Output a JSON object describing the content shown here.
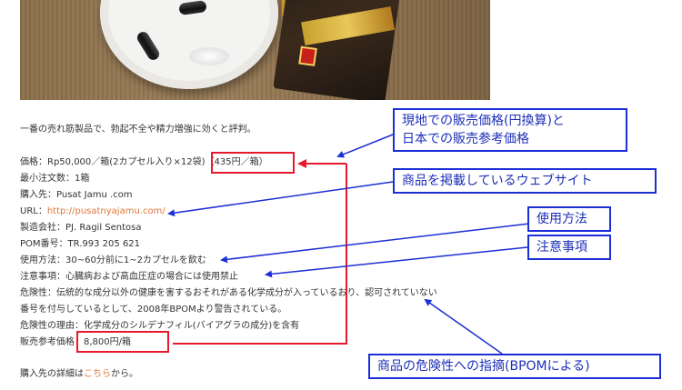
{
  "intro": "一番の売れ筋製品で、勃起不全や精力増強に効くと評判。",
  "details": {
    "price_label": "価格：",
    "price_value": "Rp50,000／箱(2カプセル入り×12袋)",
    "price_yen": "（435円／箱）",
    "moq_label": "最小注文数：",
    "moq_value": "1箱",
    "seller_label": "購入先：",
    "seller_value": "Pusat Jamu .com",
    "url_label": "URL：",
    "url_value": "http://pusatnyajamu.com/",
    "maker_label": "製造会社：",
    "maker_value": "PJ. Ragil Sentosa",
    "pom_label": "POM番号：",
    "pom_value": "TR.993 205 621",
    "usage_label": "使用方法：",
    "usage_value": "30~60分前に1~2カプセルを飲む",
    "caution_label": "注意事項：",
    "caution_value": "心臓病および高血圧症の場合には使用禁止",
    "danger_label": "危険性：",
    "danger_value": "伝統的な成分以外の健康を害するおそれがある化学成分が入っているおり、認可されていない",
    "danger_line2": "番号を付与しているとして、2008年BPOMより警告されている。",
    "reason_label": "危険性の理由：",
    "reason_value": "化学成分のシルデナフィル(バイアグラの成分)を含有",
    "ref_price_label": "販売参考価格",
    "ref_price_value": "：8,800円/箱",
    "more_prefix": "購入先の詳細は",
    "more_link": "こちら",
    "more_suffix": "から。"
  },
  "callouts": {
    "price_line1": "現地での販売価格(円換算)と",
    "price_line2": "日本での販売参考価格",
    "website": "商品を掲載しているウェブサイト",
    "usage": "使用方法",
    "caution": "注意事項",
    "bpom": "商品の危険性への指摘(BPOMによる)"
  },
  "colors": {
    "callout_border": "#1c2fd6",
    "callout_text": "#1d2fb8",
    "highlight": "#e8192c",
    "link": "#e0773a"
  }
}
